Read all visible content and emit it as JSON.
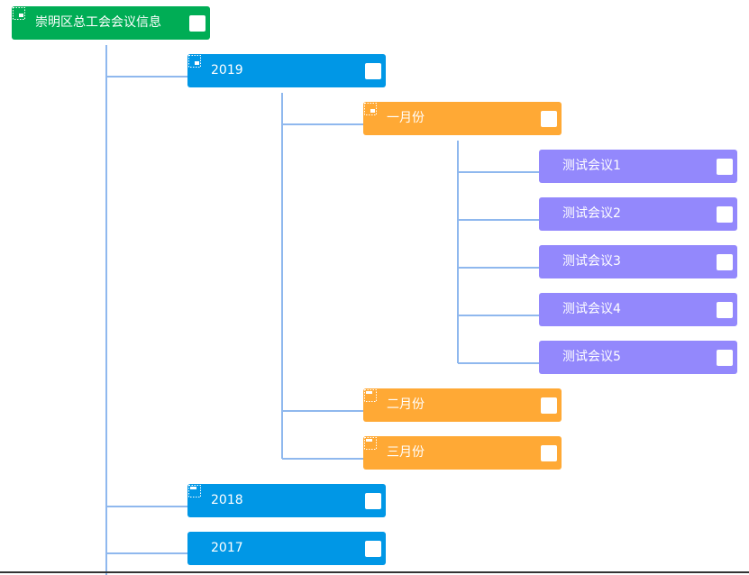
{
  "tree": {
    "root": {
      "label": "崇明区总工会会议信息",
      "toggle": "collapse",
      "color": "#00ad55"
    },
    "years": [
      {
        "label": "2019",
        "toggle": "collapse",
        "color": "#0097e6"
      },
      {
        "label": "2018",
        "toggle": "expand",
        "color": "#0097e6"
      },
      {
        "label": "2017",
        "toggle": "none",
        "color": "#0097e6"
      }
    ],
    "months": [
      {
        "label": "一月份",
        "toggle": "collapse",
        "color": "#ffa935"
      },
      {
        "label": "二月份",
        "toggle": "expand",
        "color": "#ffa935"
      },
      {
        "label": "三月份",
        "toggle": "expand",
        "color": "#ffa935"
      }
    ],
    "meetings": [
      {
        "label": "测试会议1",
        "color": "#9388fc"
      },
      {
        "label": "测试会议2",
        "color": "#9388fc"
      },
      {
        "label": "测试会议3",
        "color": "#9388fc"
      },
      {
        "label": "测试会议4",
        "color": "#9388fc"
      },
      {
        "label": "测试会议5",
        "color": "#9388fc"
      }
    ],
    "connector_color": "#8fb8ee",
    "icons": [
      "toggle-collapse-icon",
      "toggle-expand-icon",
      "checkbox"
    ]
  }
}
